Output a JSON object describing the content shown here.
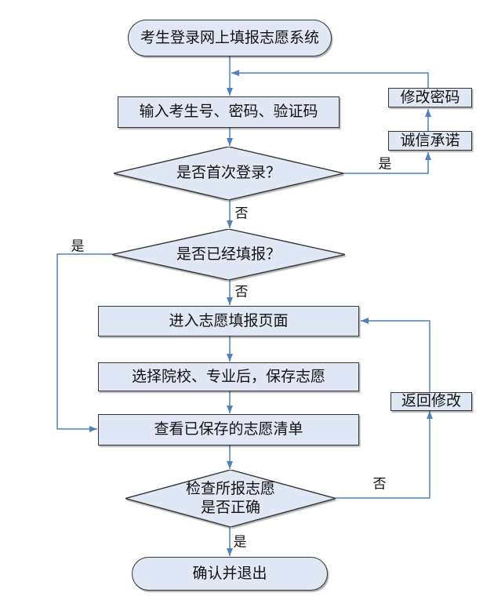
{
  "colors": {
    "arrow": "#4f81bd",
    "node_fill": "#dfe8f4",
    "node_border": "#363636",
    "text": "#111111",
    "background": "#ffffff"
  },
  "nodes": {
    "start": {
      "shape": "stadium",
      "label": "考生登录网上填报志愿系统"
    },
    "input": {
      "shape": "rect",
      "label": "输入考生号、密码、验证码"
    },
    "first_login": {
      "shape": "diamond",
      "label": "是否首次登录？"
    },
    "change_password": {
      "shape": "rect",
      "label": "修改密码"
    },
    "integrity_pledge": {
      "shape": "rect",
      "label": "诚信承诺"
    },
    "already_filled": {
      "shape": "diamond",
      "label": "是否已经填报？"
    },
    "enter_page": {
      "shape": "rect",
      "label": "进入志愿填报页面"
    },
    "select_save": {
      "shape": "rect",
      "label": "选择院校、专业后，保存志愿"
    },
    "view_list": {
      "shape": "rect",
      "label": "查看已保存的志愿清单"
    },
    "return_modify": {
      "shape": "rect",
      "label": "返回修改"
    },
    "check_correct": {
      "shape": "diamond",
      "label_line1": "检查所报志愿",
      "label_line2": "是否正确"
    },
    "end": {
      "shape": "stadium",
      "label": "确认并退出"
    }
  },
  "edge_labels": {
    "first_login_yes": "是",
    "first_login_no": "否",
    "already_filled_yes": "是",
    "already_filled_no": "否",
    "check_correct_no": "否",
    "check_correct_yes": "是"
  }
}
